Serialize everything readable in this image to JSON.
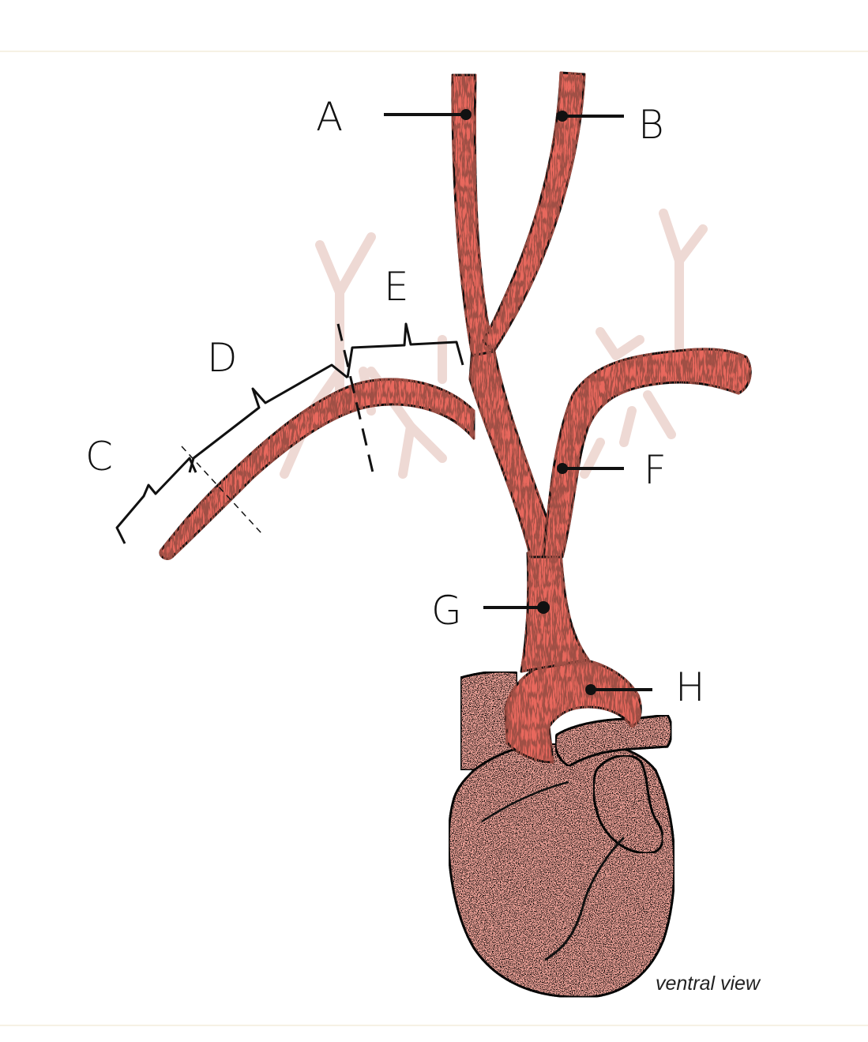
{
  "diagram": {
    "caption": "ventral view",
    "labels": {
      "a": "A",
      "b": "B",
      "c": "C",
      "d": "D",
      "e": "E",
      "f": "F",
      "g": "G",
      "h": "H"
    },
    "colors": {
      "artery": "#e8675d",
      "artery_shadow": "#6b1e18",
      "heart": "#f0a49a",
      "ghost_vessels": "#ecd3cd",
      "ink": "#111111"
    }
  }
}
